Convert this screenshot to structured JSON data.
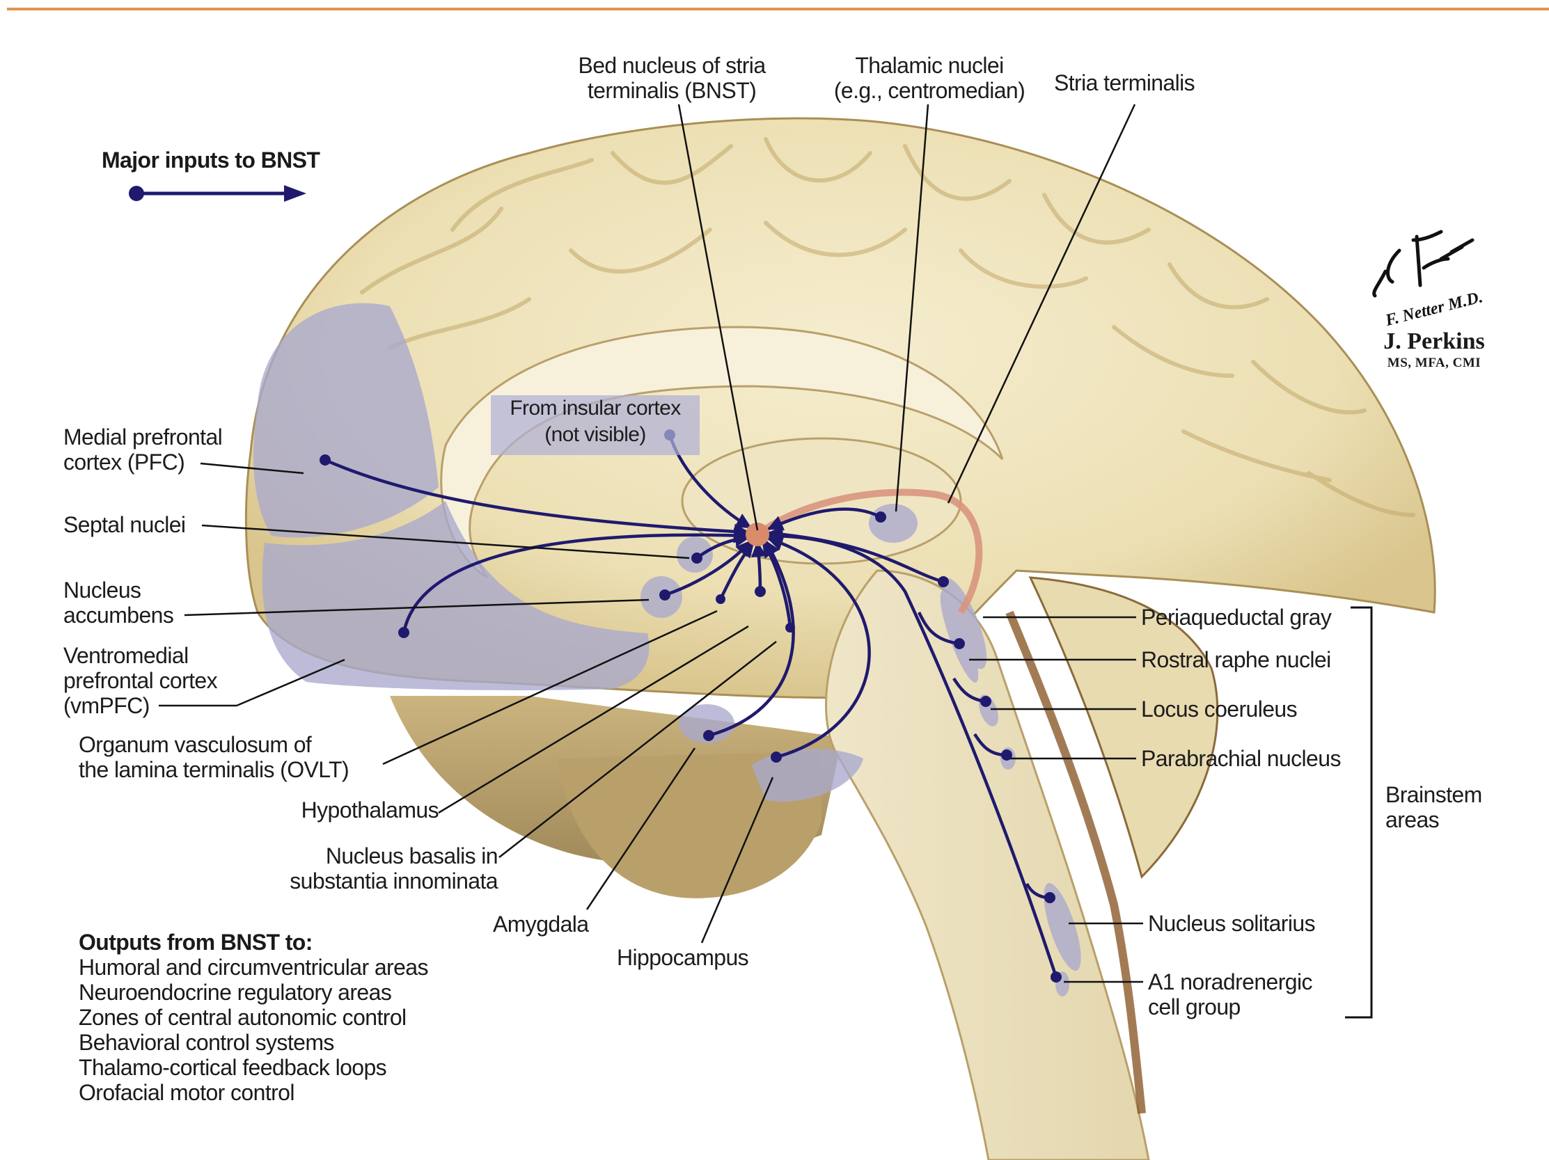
{
  "header": {
    "top_rule_color": "#e0944f"
  },
  "legend": {
    "title": "Major inputs to BNST",
    "arrow_icon": "input-arrow-icon",
    "arrow_color": "#1f1a6e"
  },
  "top_labels": {
    "bnst": [
      "Bed nucleus of stria",
      "terminalis (BNST)"
    ],
    "thalamic": [
      "Thalamic nuclei",
      "(e.g., centromedian)"
    ],
    "stria": [
      "Stria terminalis"
    ]
  },
  "left_labels": {
    "mpfc": [
      "Medial prefrontal",
      "cortex (PFC)"
    ],
    "septal": [
      "Septal nuclei"
    ],
    "accumbens": [
      "Nucleus",
      "accumbens"
    ],
    "vmpfc": [
      "Ventromedial",
      "prefrontal cortex",
      "(vmPFC)"
    ],
    "ovlt": [
      "Organum vasculosum of",
      "the lamina terminalis (OVLT)"
    ],
    "hypothalamus": [
      "Hypothalamus"
    ],
    "basalis": [
      "Nucleus basalis in",
      "substantia innominata"
    ]
  },
  "bottom_labels": {
    "amygdala": "Amygdala",
    "hippocampus": "Hippocampus"
  },
  "insular": [
    "From insular cortex",
    "(not visible)"
  ],
  "right_labels": {
    "pag": "Periaqueductal gray",
    "raphe": "Rostral raphe nuclei",
    "locus": "Locus coeruleus",
    "parabrachial": "Parabrachial nucleus",
    "solitarius": "Nucleus solitarius",
    "a1": [
      "A1 noradrenergic",
      "cell group"
    ],
    "bracket_label": [
      "Brainstem",
      "areas"
    ]
  },
  "outputs": {
    "title": "Outputs from BNST to:",
    "items": [
      "Humoral and circumventricular areas",
      "Neuroendocrine regulatory areas",
      "Zones of central autonomic control",
      "Behavioral control systems",
      "Thalamo-cortical feedback loops",
      "Orofacial motor control"
    ]
  },
  "credits": {
    "signature": "F. Netter M.D.",
    "artist": "J. Perkins",
    "degrees": "MS, MFA, CMI"
  },
  "colors": {
    "pathway": "#1f1a6e",
    "hub": "#d98b6a",
    "stria": "#d9957e",
    "region_shade": "#a9a9cf",
    "brain_light": "#f1e8c6",
    "brain_mid": "#e6d9a8",
    "brain_dark": "#b49a62"
  }
}
